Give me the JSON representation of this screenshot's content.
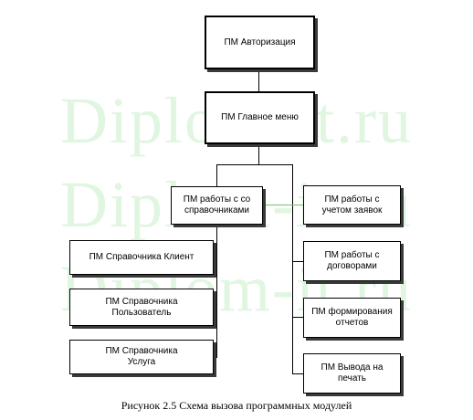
{
  "watermark": {
    "line1": "Diplom-it.ru",
    "line2": "Diplom-it.ru",
    "line3": "Diplom-it.ru"
  },
  "diagram": {
    "auth": "ПМ Авторизация",
    "main_menu": "ПМ Главное меню",
    "work_directories": "ПМ работы с со\nсправочниками",
    "work_requests": "ПМ работы с\nучетом заявок",
    "work_contracts": "ПМ работы с\nдоговорами",
    "reports": "ПМ формирования\nотчетов",
    "print_output": "ПМ Вывода на\nпечать",
    "dir_client": "ПМ Справочника  Клиент",
    "dir_user": "ПМ Справочника\nПользователь",
    "dir_service": "ПМ Справочника\nУслуга"
  },
  "caption": "Рисунок 2.5 Схема вызова программных модулей"
}
